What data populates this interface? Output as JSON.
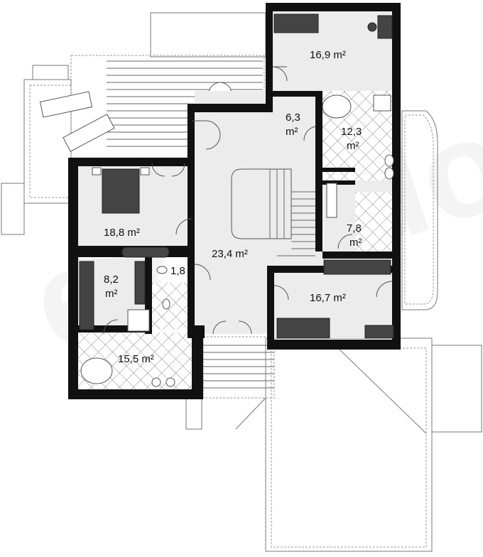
{
  "colors": {
    "wall": "#111111",
    "floor": "#ececec",
    "tile_line": "#888888",
    "fixture": "#444444"
  },
  "rooms": [
    {
      "id": "bedroom-north",
      "area": "16,9",
      "unit": "m²"
    },
    {
      "id": "hall-small",
      "area": "6,3",
      "unit": "m²"
    },
    {
      "id": "bathroom-east",
      "area": "12,3",
      "unit": "m²"
    },
    {
      "id": "kitchenette",
      "area": "7,8",
      "unit": "m²"
    },
    {
      "id": "bedroom-west",
      "area": "18,8",
      "unit": "m²"
    },
    {
      "id": "hall-main",
      "area": "23,4",
      "unit": "m²"
    },
    {
      "id": "wardrobe",
      "area": "8,2",
      "unit": "m²"
    },
    {
      "id": "wc",
      "area": "1,8",
      "unit": ""
    },
    {
      "id": "bedroom-south",
      "area": "16,7",
      "unit": "m²"
    },
    {
      "id": "bathroom-west",
      "area": "15,5",
      "unit": "m²"
    }
  ],
  "watermark": {
    "text": "extradom",
    "visible": true
  }
}
